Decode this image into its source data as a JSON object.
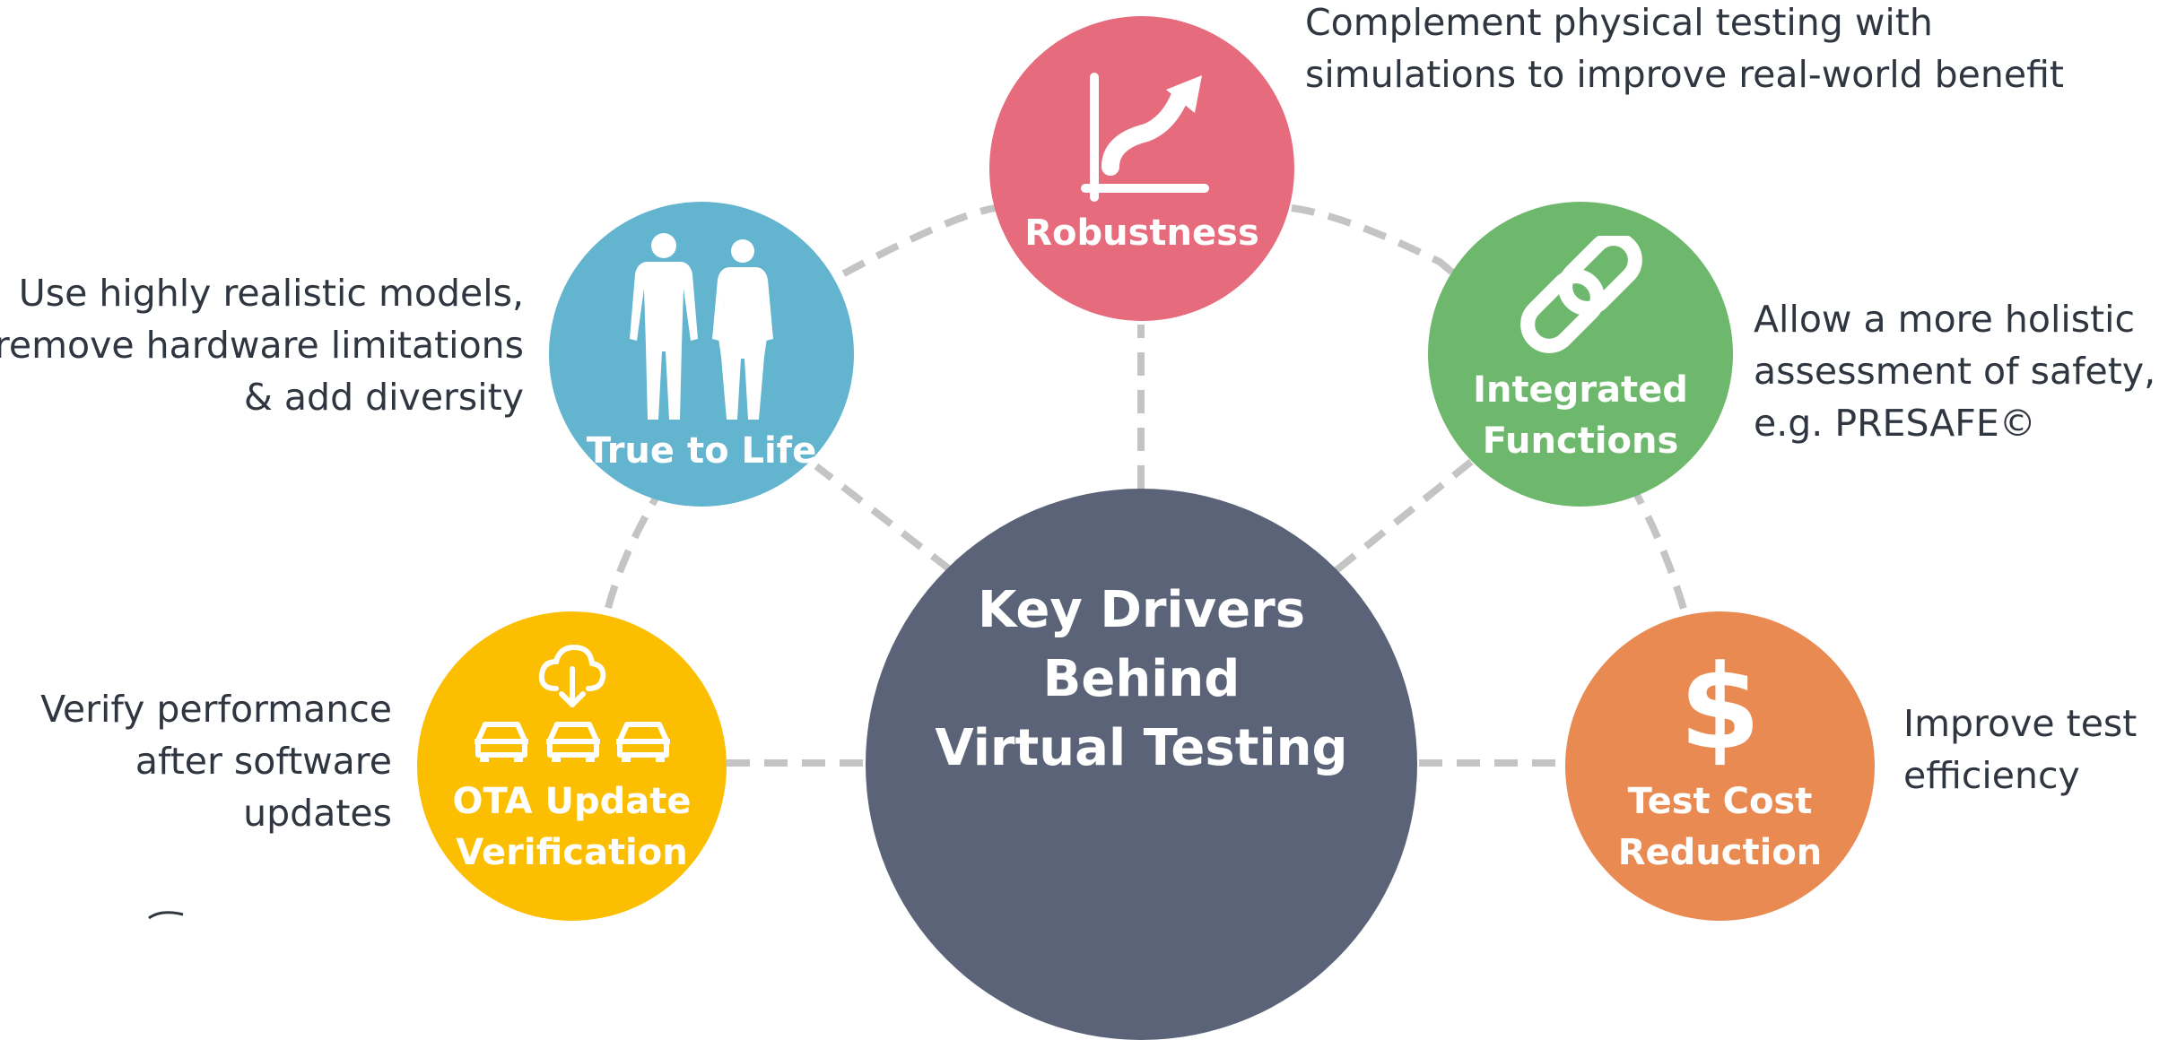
{
  "center": {
    "title_lines": [
      "Key Drivers",
      "Behind",
      "Virtual Testing"
    ],
    "color": "#5b6378"
  },
  "connector_color": "#c4c4c4",
  "nodes": [
    {
      "id": "robustness",
      "label_lines": [
        "Robustness"
      ],
      "color": "#e66b7c",
      "icon": "trending-up-chart-icon",
      "description_lines": [
        "Complement physical testing with",
        "simulations to improve real-world benefit"
      ]
    },
    {
      "id": "true-to-life",
      "label_lines": [
        "True to Life"
      ],
      "color": "#62b4cf",
      "icon": "human-figures-icon",
      "description_lines": [
        "Use highly realistic models,",
        "remove hardware limitations",
        "& add diversity"
      ]
    },
    {
      "id": "integrated-functions",
      "label_lines": [
        "Integrated",
        "Functions"
      ],
      "color": "#6db86c",
      "icon": "chain-link-icon",
      "description_lines": [
        "Allow a more holistic",
        "assessment of safety,",
        "e.g. PRESAFE©"
      ]
    },
    {
      "id": "ota-update-verification",
      "label_lines": [
        "OTA Update",
        "Verification"
      ],
      "color": "#fbbe00",
      "icon": "cloud-download-cars-icon",
      "description_lines": [
        "Verify performance",
        "after software",
        "updates"
      ]
    },
    {
      "id": "test-cost-reduction",
      "label_lines": [
        "Test Cost",
        "Reduction"
      ],
      "color": "#e88a52",
      "icon": "dollar-icon",
      "description_lines": [
        "Improve test",
        "efficiency"
      ]
    }
  ]
}
